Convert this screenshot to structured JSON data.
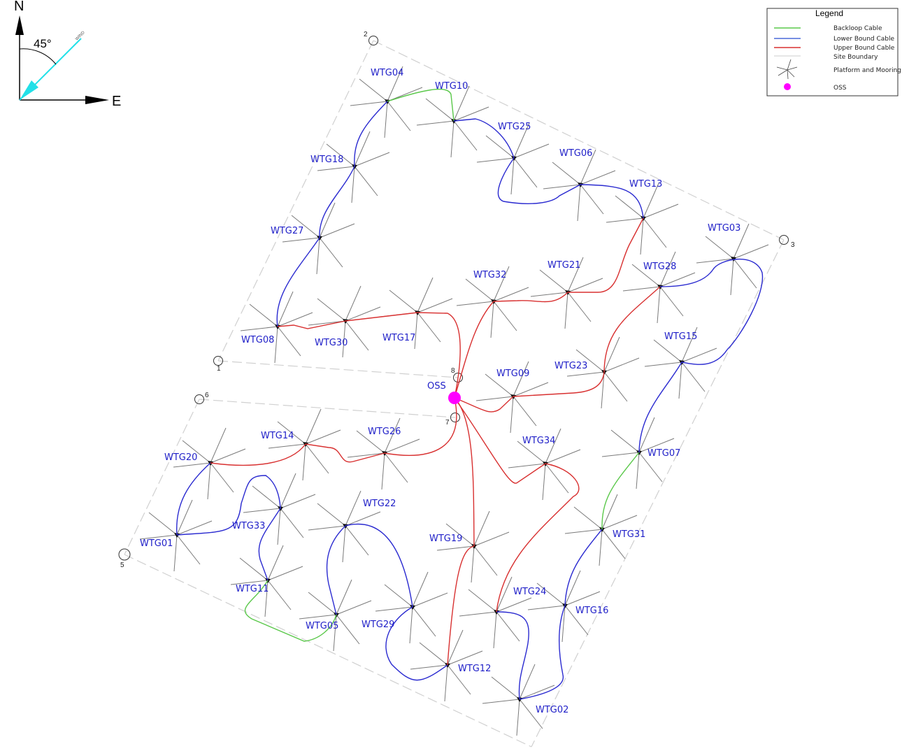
{
  "compass": {
    "north": "N",
    "east": "E",
    "angle": "45°",
    "wind": "WIND"
  },
  "legend": {
    "title": "Legend",
    "items": [
      {
        "label": "Backloop Cable",
        "color": "#5ac84a"
      },
      {
        "label": "Lower Bound Cable",
        "color": "#2a2ad0"
      },
      {
        "label": "Upper Bound Cable",
        "color": "#d83030"
      },
      {
        "label": "Site Boundary",
        "color": "#cccccc"
      },
      {
        "label": "Platform and Mooring",
        "color": "#555555"
      },
      {
        "label": "OSS",
        "color": "#ff00ff"
      }
    ]
  },
  "boundary_points": [
    "1",
    "2",
    "3",
    "5",
    "6",
    "7",
    "8"
  ],
  "oss": {
    "label": "OSS"
  },
  "turbines": [
    "WTG04",
    "WTG10",
    "WTG25",
    "WTG06",
    "WTG13",
    "WTG18",
    "WTG27",
    "WTG03",
    "WTG28",
    "WTG21",
    "WTG32",
    "WTG17",
    "WTG30",
    "WTG08",
    "WTG15",
    "WTG23",
    "WTG09",
    "WTG26",
    "WTG14",
    "WTG20",
    "WTG34",
    "WTG07",
    "WTG33",
    "WTG01",
    "WTG22",
    "WTG19",
    "WTG31",
    "WTG11",
    "WTG05",
    "WTG29",
    "WTG24",
    "WTG16",
    "WTG12",
    "WTG02"
  ],
  "cables": [
    {
      "type": "backloop",
      "from": "WTG04",
      "to": "WTG10"
    },
    {
      "type": "backloop",
      "from": "WTG07",
      "to": "WTG31"
    },
    {
      "type": "backloop",
      "from": "WTG11",
      "to": "WTG05"
    },
    {
      "type": "lower",
      "from": "WTG10",
      "to": "WTG25"
    },
    {
      "type": "lower",
      "from": "WTG25",
      "to": "WTG06"
    },
    {
      "type": "lower",
      "from": "WTG06",
      "to": "WTG13"
    },
    {
      "type": "lower",
      "from": "WTG04",
      "to": "WTG18"
    },
    {
      "type": "lower",
      "from": "WTG18",
      "to": "WTG27"
    },
    {
      "type": "lower",
      "from": "WTG27",
      "to": "WTG08"
    },
    {
      "type": "lower",
      "from": "WTG28",
      "to": "WTG03"
    },
    {
      "type": "lower",
      "from": "WTG03",
      "to": "WTG15"
    },
    {
      "type": "lower",
      "from": "WTG15",
      "to": "WTG07"
    },
    {
      "type": "lower",
      "from": "WTG20",
      "to": "WTG01"
    },
    {
      "type": "lower",
      "from": "WTG01",
      "to": "WTG33"
    },
    {
      "type": "lower",
      "from": "WTG33",
      "to": "WTG11"
    },
    {
      "type": "lower",
      "from": "WTG22",
      "to": "WTG05"
    },
    {
      "type": "lower",
      "from": "WTG22",
      "to": "WTG29"
    },
    {
      "type": "lower",
      "from": "WTG29",
      "to": "WTG12"
    },
    {
      "type": "lower",
      "from": "WTG31",
      "to": "WTG16"
    },
    {
      "type": "lower",
      "from": "WTG16",
      "to": "WTG02"
    },
    {
      "type": "lower",
      "from": "WTG24",
      "to": "WTG02"
    },
    {
      "type": "upper",
      "from": "OSS",
      "to": "WTG17"
    },
    {
      "type": "upper",
      "from": "OSS",
      "to": "WTG32"
    },
    {
      "type": "upper",
      "from": "WTG32",
      "to": "WTG21"
    },
    {
      "type": "upper",
      "from": "WTG21",
      "to": "WTG13"
    },
    {
      "type": "upper",
      "from": "WTG17",
      "to": "WTG30"
    },
    {
      "type": "upper",
      "from": "WTG30",
      "to": "WTG08"
    },
    {
      "type": "upper",
      "from": "OSS",
      "to": "WTG09"
    },
    {
      "type": "upper",
      "from": "WTG09",
      "to": "WTG23"
    },
    {
      "type": "upper",
      "from": "WTG23",
      "to": "WTG28"
    },
    {
      "type": "upper",
      "from": "OSS",
      "to": "WTG26"
    },
    {
      "type": "upper",
      "from": "WTG26",
      "to": "WTG14"
    },
    {
      "type": "upper",
      "from": "WTG14",
      "to": "WTG20"
    },
    {
      "type": "upper",
      "from": "OSS",
      "to": "WTG34"
    },
    {
      "type": "upper",
      "from": "WTG34",
      "to": "WTG24"
    },
    {
      "type": "upper",
      "from": "OSS",
      "to": "WTG19"
    },
    {
      "type": "upper",
      "from": "WTG19",
      "to": "WTG12"
    }
  ]
}
